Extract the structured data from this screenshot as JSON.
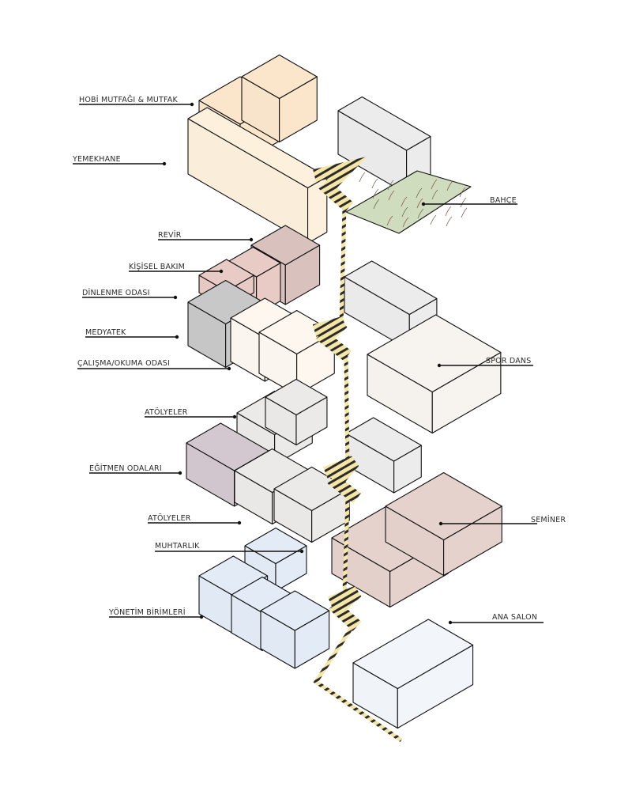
{
  "diagram": {
    "type": "exploded axonometric building program diagram",
    "labels": [
      {
        "id": "hobi-mutfagi",
        "text": "HOBİ MUTFAĞI & MUTFAK",
        "side": "left"
      },
      {
        "id": "yemekhane",
        "text": "YEMEKHANE",
        "side": "left"
      },
      {
        "id": "bahce",
        "text": "BAHÇE",
        "side": "right"
      },
      {
        "id": "revir",
        "text": "REVİR",
        "side": "left"
      },
      {
        "id": "kisisel-bakim",
        "text": "KİŞİSEL BAKIM",
        "side": "left"
      },
      {
        "id": "dinlenme-odasi",
        "text": "DİNLENME ODASI",
        "side": "left"
      },
      {
        "id": "medyatek",
        "text": "MEDYATEK",
        "side": "left"
      },
      {
        "id": "calisma-okuma",
        "text": "ÇALIŞMA/OKUMA ODASI",
        "side": "left"
      },
      {
        "id": "spor-dans",
        "text": "SPOR DANS",
        "side": "right"
      },
      {
        "id": "atolyeler-1",
        "text": "ATÖLYELER",
        "side": "left"
      },
      {
        "id": "egitmen-odalari",
        "text": "EĞİTMEN ODALARI",
        "side": "left"
      },
      {
        "id": "seminer",
        "text": "SEMİNER",
        "side": "right"
      },
      {
        "id": "atolyeler-2",
        "text": "ATÖLYELER",
        "side": "left"
      },
      {
        "id": "muhtarlik",
        "text": "MUHTARLIK",
        "side": "left"
      },
      {
        "id": "yonetim-birimleri",
        "text": "YÖNETİM BİRİMLERİ",
        "side": "left"
      },
      {
        "id": "ana-salon",
        "text": "ANA SALON",
        "side": "right"
      }
    ],
    "colors": {
      "kitchen": "#fbe6cc",
      "dining": "#fdf0dc",
      "garden": "#cfdcbd",
      "health": "#d9c2bd",
      "care": "#e8cbc4",
      "rest": "#c8c8c8",
      "media": "#fdf7f0",
      "sport": "#f7f3ee",
      "workshop": "#ebeae8",
      "trainer": "#d4c8d0",
      "seminar": "#e6d2cc",
      "admin": "#e3ebf6",
      "hall": "#f2f6fb",
      "neutral": "#ececec",
      "circulation": "#f6e6a6",
      "circulation_stripe": "#2b2b2b"
    }
  }
}
